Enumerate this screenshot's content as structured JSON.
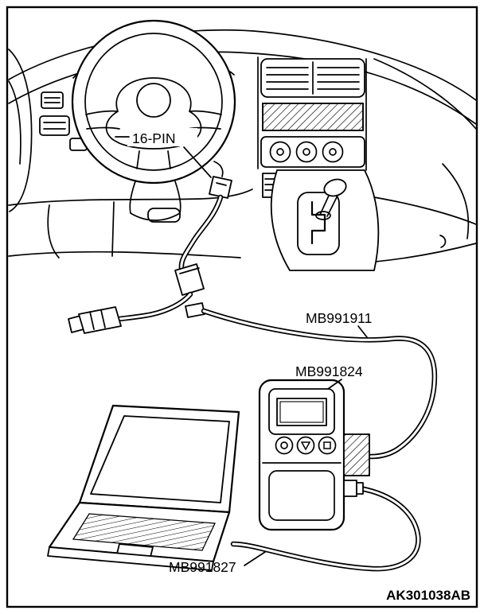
{
  "figure": {
    "callouts": {
      "dlc": "16-PIN",
      "main_harness": "MB991911",
      "vci": "MB991824",
      "usb_cable": "MB991827"
    },
    "figure_code": "AK301038AB",
    "colors": {
      "line": "#000000",
      "background": "#ffffff"
    }
  }
}
